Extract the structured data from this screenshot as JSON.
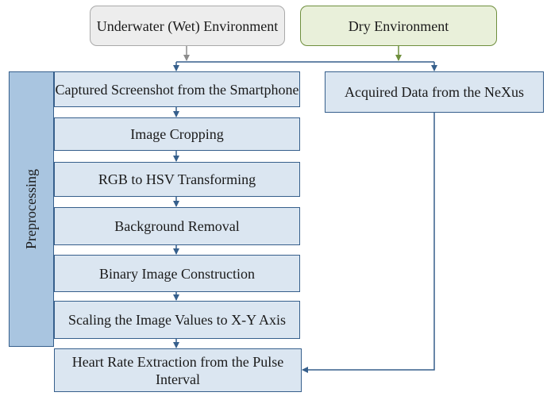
{
  "environments": {
    "wet": "Underwater (Wet) Environment",
    "dry": "Dry Environment"
  },
  "preprocessing_label": "Preprocessing",
  "steps": [
    "Captured Screenshot from the Smartphone",
    "Image Cropping",
    "RGB to HSV Transforming",
    "Background Removal",
    "Binary Image Construction",
    "Scaling the Image Values to X-Y Axis"
  ],
  "dry_step": "Acquired Data from the NeXus",
  "final_step": "Heart Rate Extraction from the Pulse Interval",
  "colors": {
    "step_fill": "#dbe6f1",
    "step_border": "#365f8c",
    "preprocessing_fill": "#a9c5e0",
    "wet_fill": "#ededed",
    "wet_border": "#a9a9a9",
    "dry_fill": "#e9f0da",
    "dry_border": "#6f8f3e"
  }
}
